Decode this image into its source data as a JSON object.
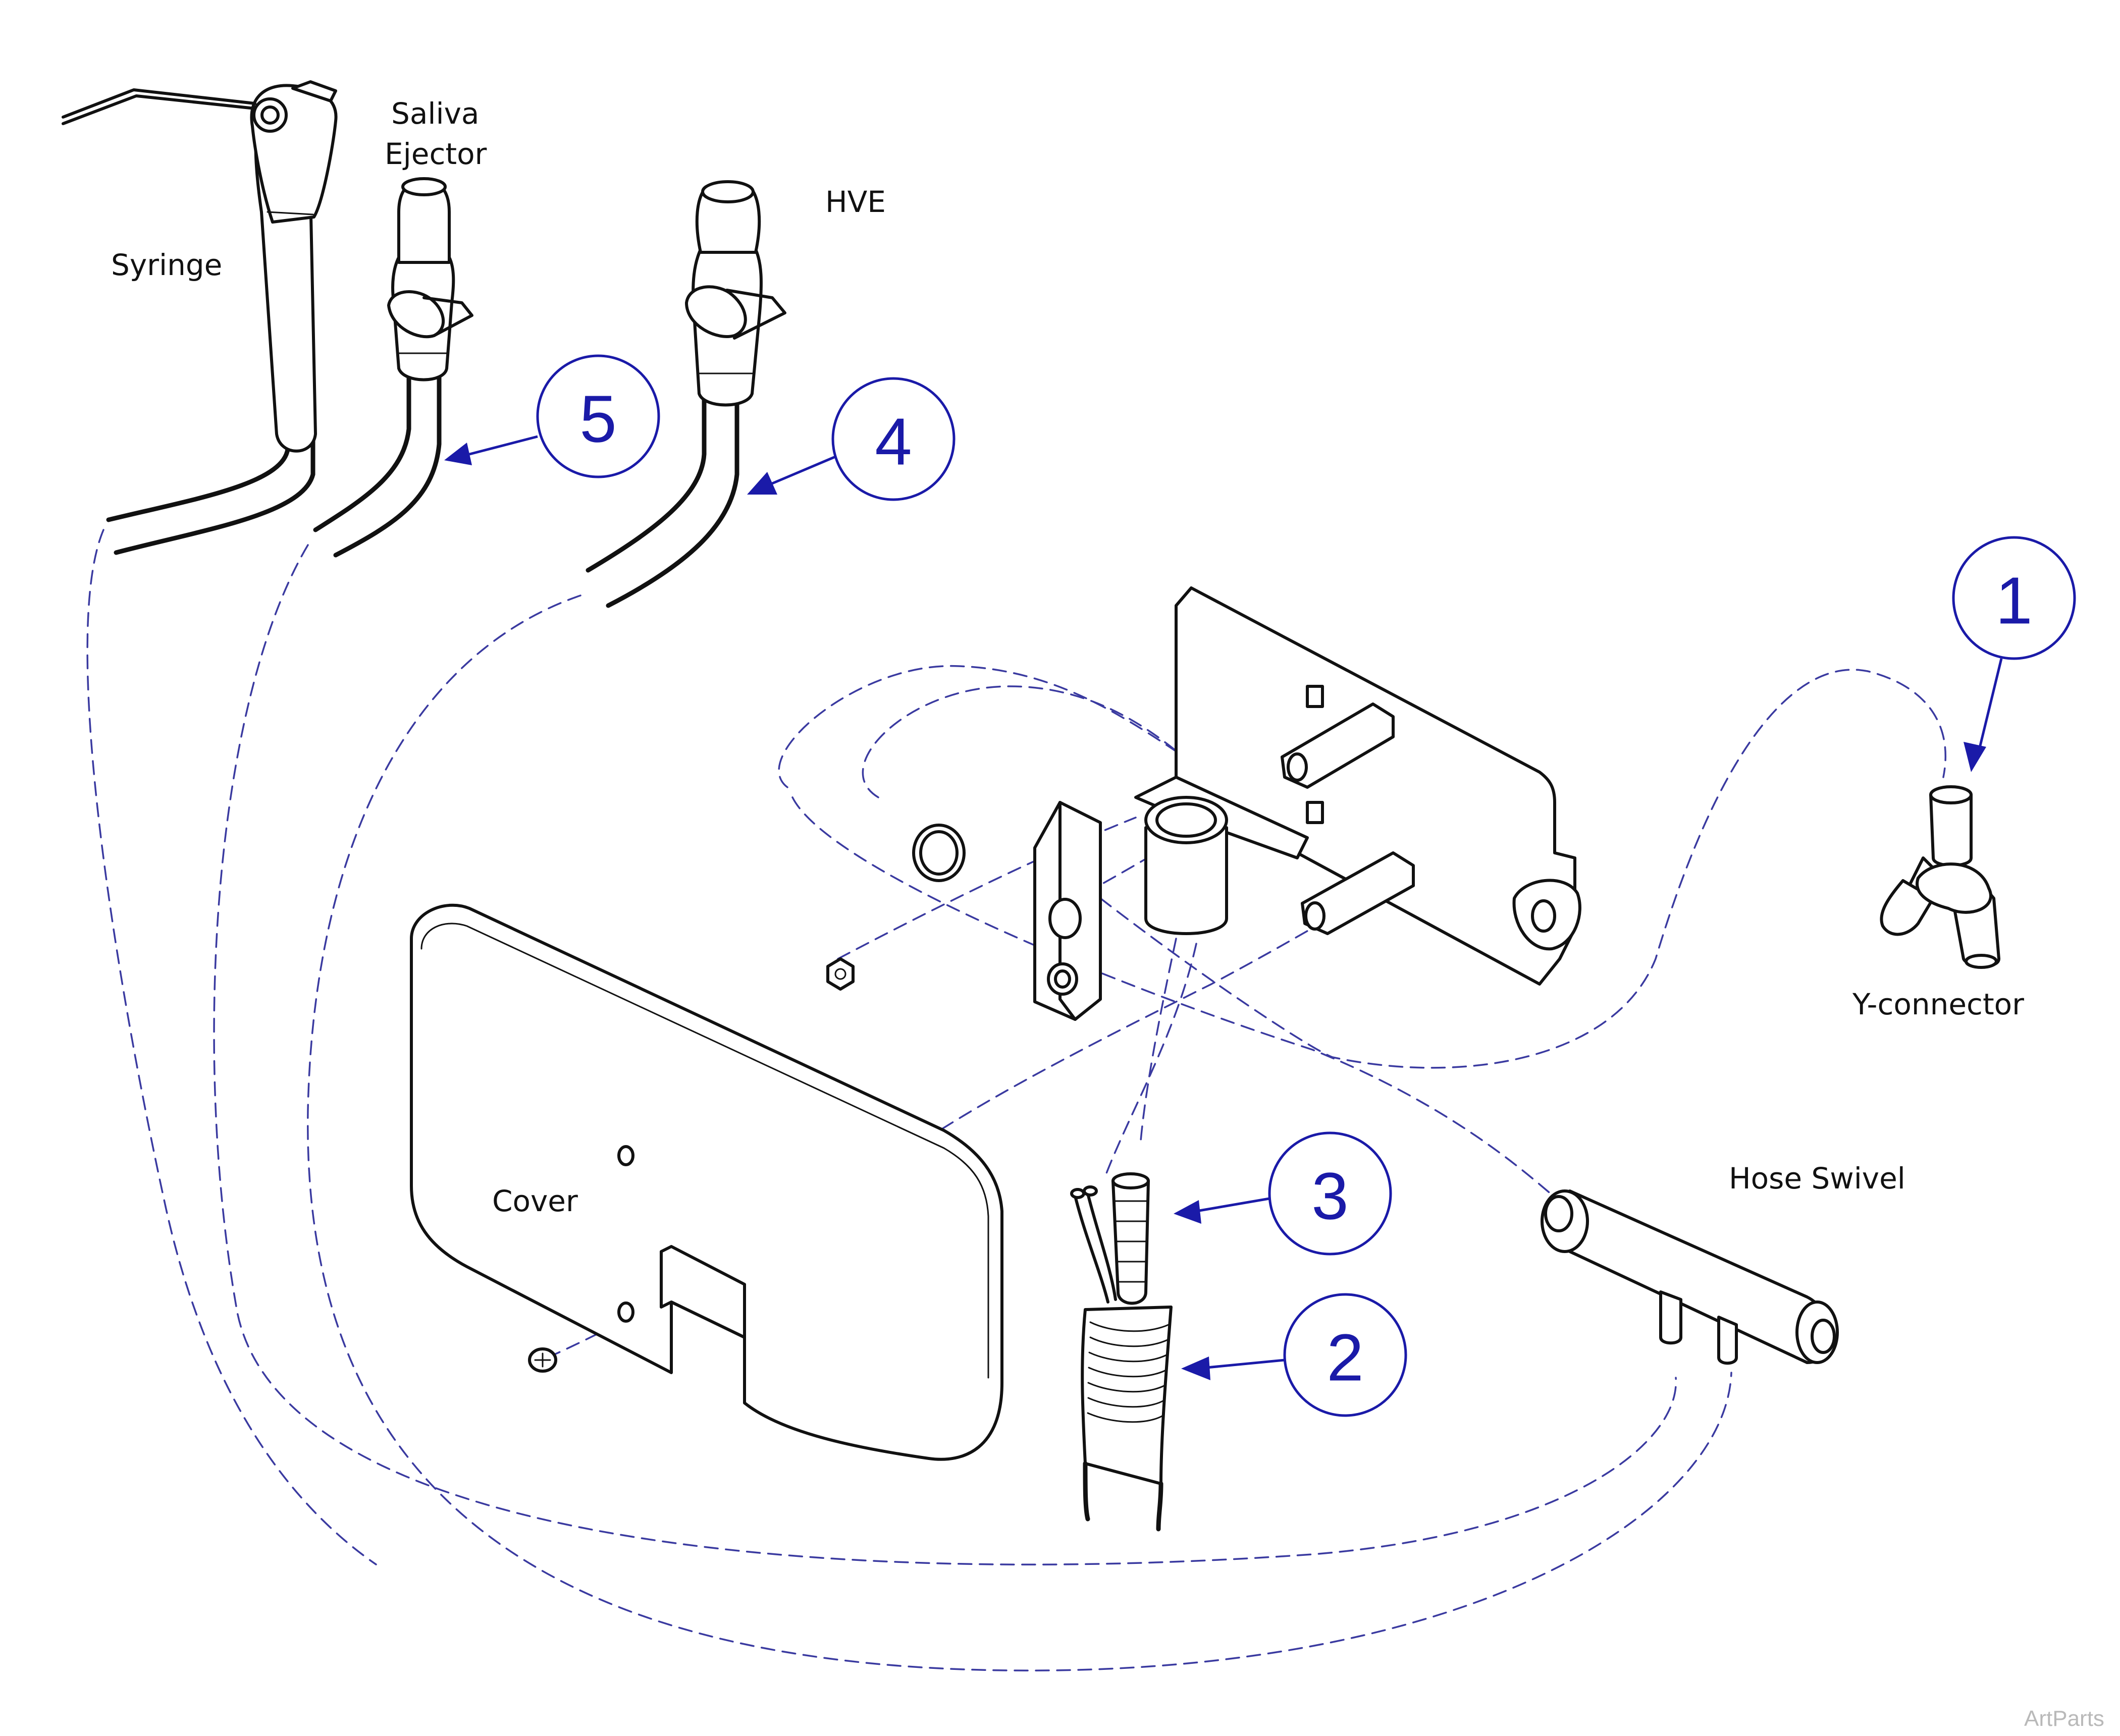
{
  "labels": {
    "syringe": "Syringe",
    "saliva_ejector_line1": "Saliva",
    "saliva_ejector_line2": "Ejector",
    "hve": "HVE",
    "y_connector": "Y-connector",
    "hose_swivel": "Hose Swivel",
    "cover": "Cover"
  },
  "callouts": [
    "1",
    "2",
    "3",
    "4",
    "5"
  ],
  "watermark": "ArtParts",
  "colors": {
    "callout": "#1a1aa8",
    "dashed_path": "#3a3aa0",
    "outline": "#111111",
    "watermark": "#b9b9b9"
  }
}
